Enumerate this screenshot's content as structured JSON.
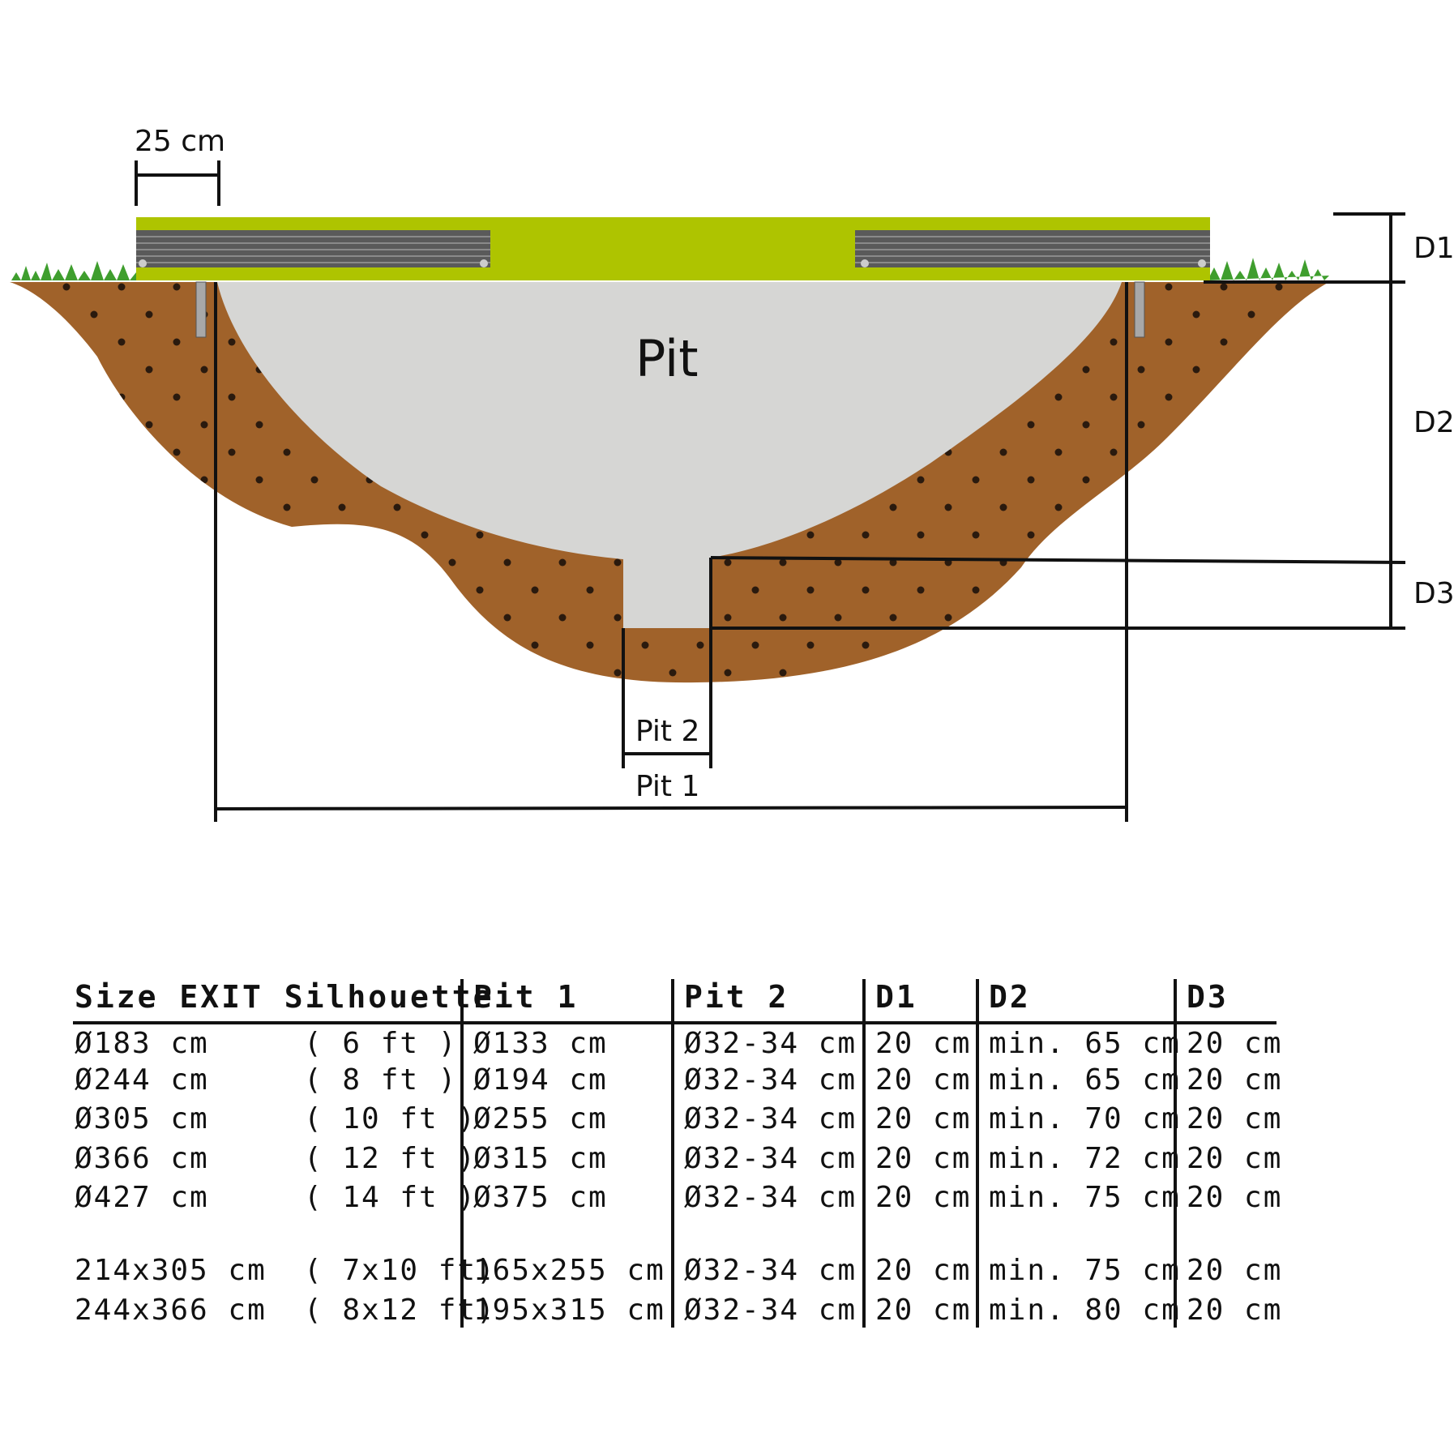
{
  "diagram": {
    "frame_width_label": "25 cm",
    "pit_label": "Pit",
    "pit1_label": "Pit 1",
    "pit2_label": "Pit 2",
    "d1_label": "D1",
    "d2_label": "D2",
    "d3_label": "D3",
    "colors": {
      "frame_green": "#aec400",
      "soil_brown": "#a0622a",
      "pit_grey": "#d6d6d4",
      "grass_green": "#3f9e2e",
      "springs_grey": "#5a5a5a",
      "line_black": "#111111"
    }
  },
  "table": {
    "headers": [
      "Size EXIT Silhouette",
      "Pit 1",
      "Pit 2",
      "D1",
      "D2",
      "D3"
    ],
    "rows": [
      {
        "size": "Ø183 cm",
        "ft": "( 6 ft )",
        "pit1": "Ø133 cm",
        "pit2": "Ø32-34 cm",
        "d1": "20 cm",
        "d2": "min. 65 cm",
        "d3": "20 cm"
      },
      {
        "size": "Ø244 cm",
        "ft": "( 8 ft )",
        "pit1": "Ø194 cm",
        "pit2": "Ø32-34 cm",
        "d1": "20 cm",
        "d2": "min. 65 cm",
        "d3": "20 cm"
      },
      {
        "size": "Ø305 cm",
        "ft": "( 10 ft )",
        "pit1": "Ø255 cm",
        "pit2": "Ø32-34 cm",
        "d1": "20 cm",
        "d2": "min. 70 cm",
        "d3": "20 cm"
      },
      {
        "size": "Ø366 cm",
        "ft": "( 12 ft )",
        "pit1": "Ø315 cm",
        "pit2": "Ø32-34 cm",
        "d1": "20 cm",
        "d2": "min. 72 cm",
        "d3": "20 cm"
      },
      {
        "size": "Ø427 cm",
        "ft": "( 14 ft )",
        "pit1": "Ø375 cm",
        "pit2": "Ø32-34 cm",
        "d1": "20 cm",
        "d2": "min. 75 cm",
        "d3": "20 cm"
      },
      {
        "size": "214x305 cm",
        "ft": "( 7x10 ft)",
        "pit1": "165x255 cm",
        "pit2": "Ø32-34 cm",
        "d1": "20 cm",
        "d2": "min. 75 cm",
        "d3": "20 cm"
      },
      {
        "size": "244x366 cm",
        "ft": "( 8x12 ft)",
        "pit1": "195x315 cm",
        "pit2": "Ø32-34 cm",
        "d1": "20 cm",
        "d2": "min. 80 cm",
        "d3": "20 cm"
      }
    ]
  }
}
